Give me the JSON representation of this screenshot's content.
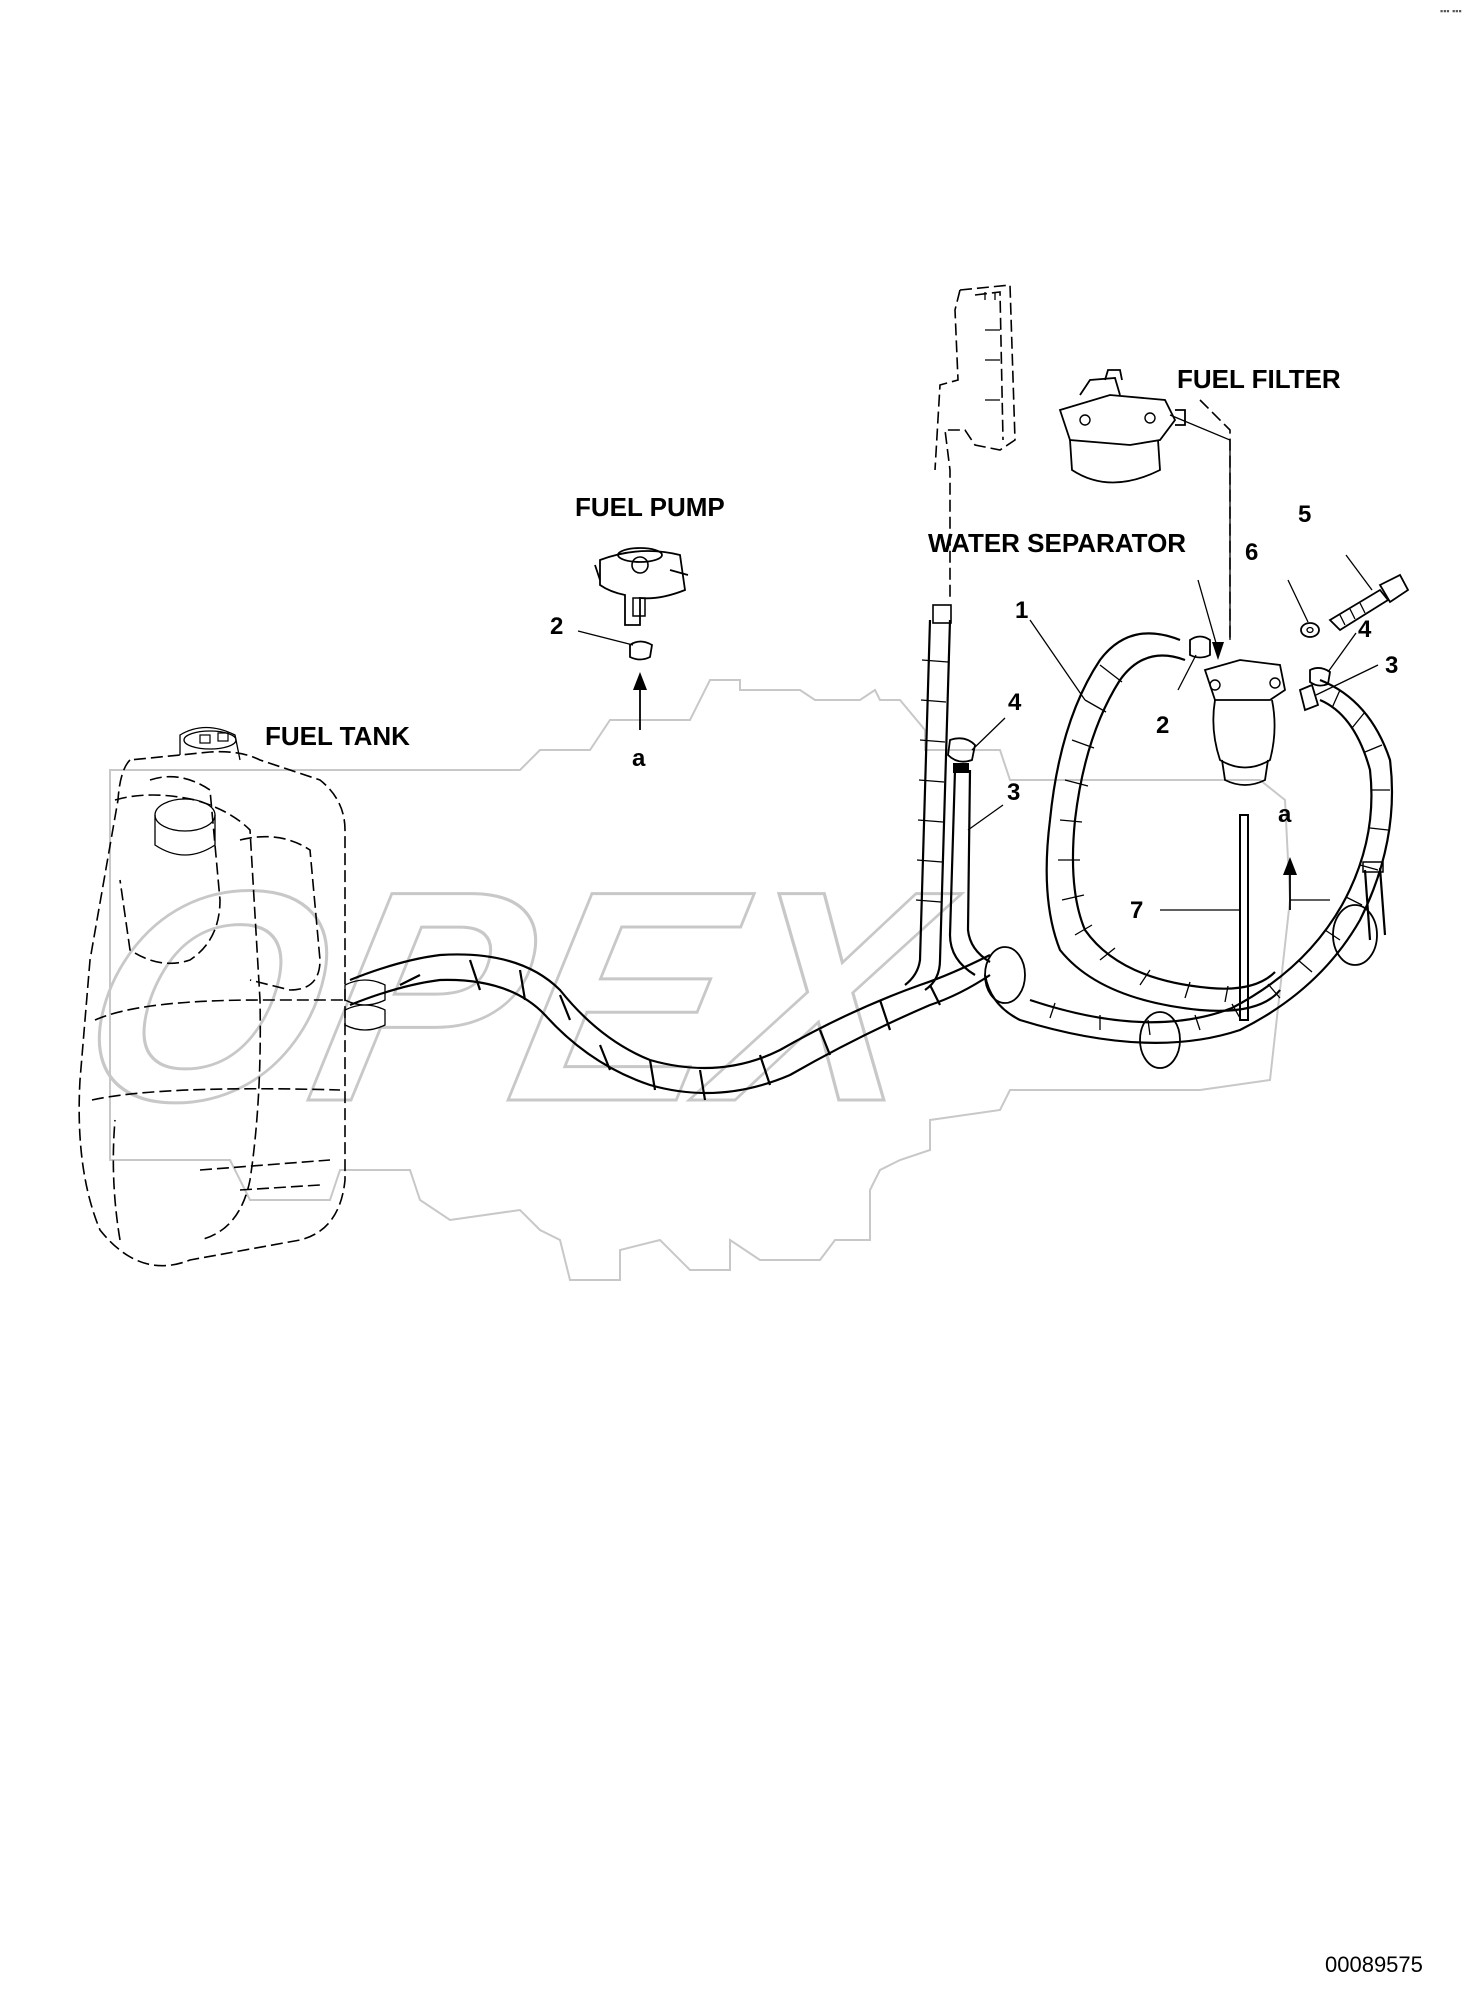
{
  "labels": {
    "fuel_tank": "FUEL TANK",
    "fuel_pump": "FUEL PUMP",
    "fuel_filter": "FUEL FILTER",
    "water_separator": "WATER SEPARATOR"
  },
  "callouts": {
    "c1": "1",
    "c2_pump": "2",
    "c2_sep": "2",
    "c3_left": "3",
    "c3_right": "3",
    "c4_left": "4",
    "c4_right": "4",
    "c5": "5",
    "c6": "6",
    "c7": "7",
    "a_pump": "a",
    "a_sep": "a"
  },
  "watermark": "OPEX",
  "document_number": "00089575",
  "corner_mark": "▪▪▪ ▪▪▪"
}
